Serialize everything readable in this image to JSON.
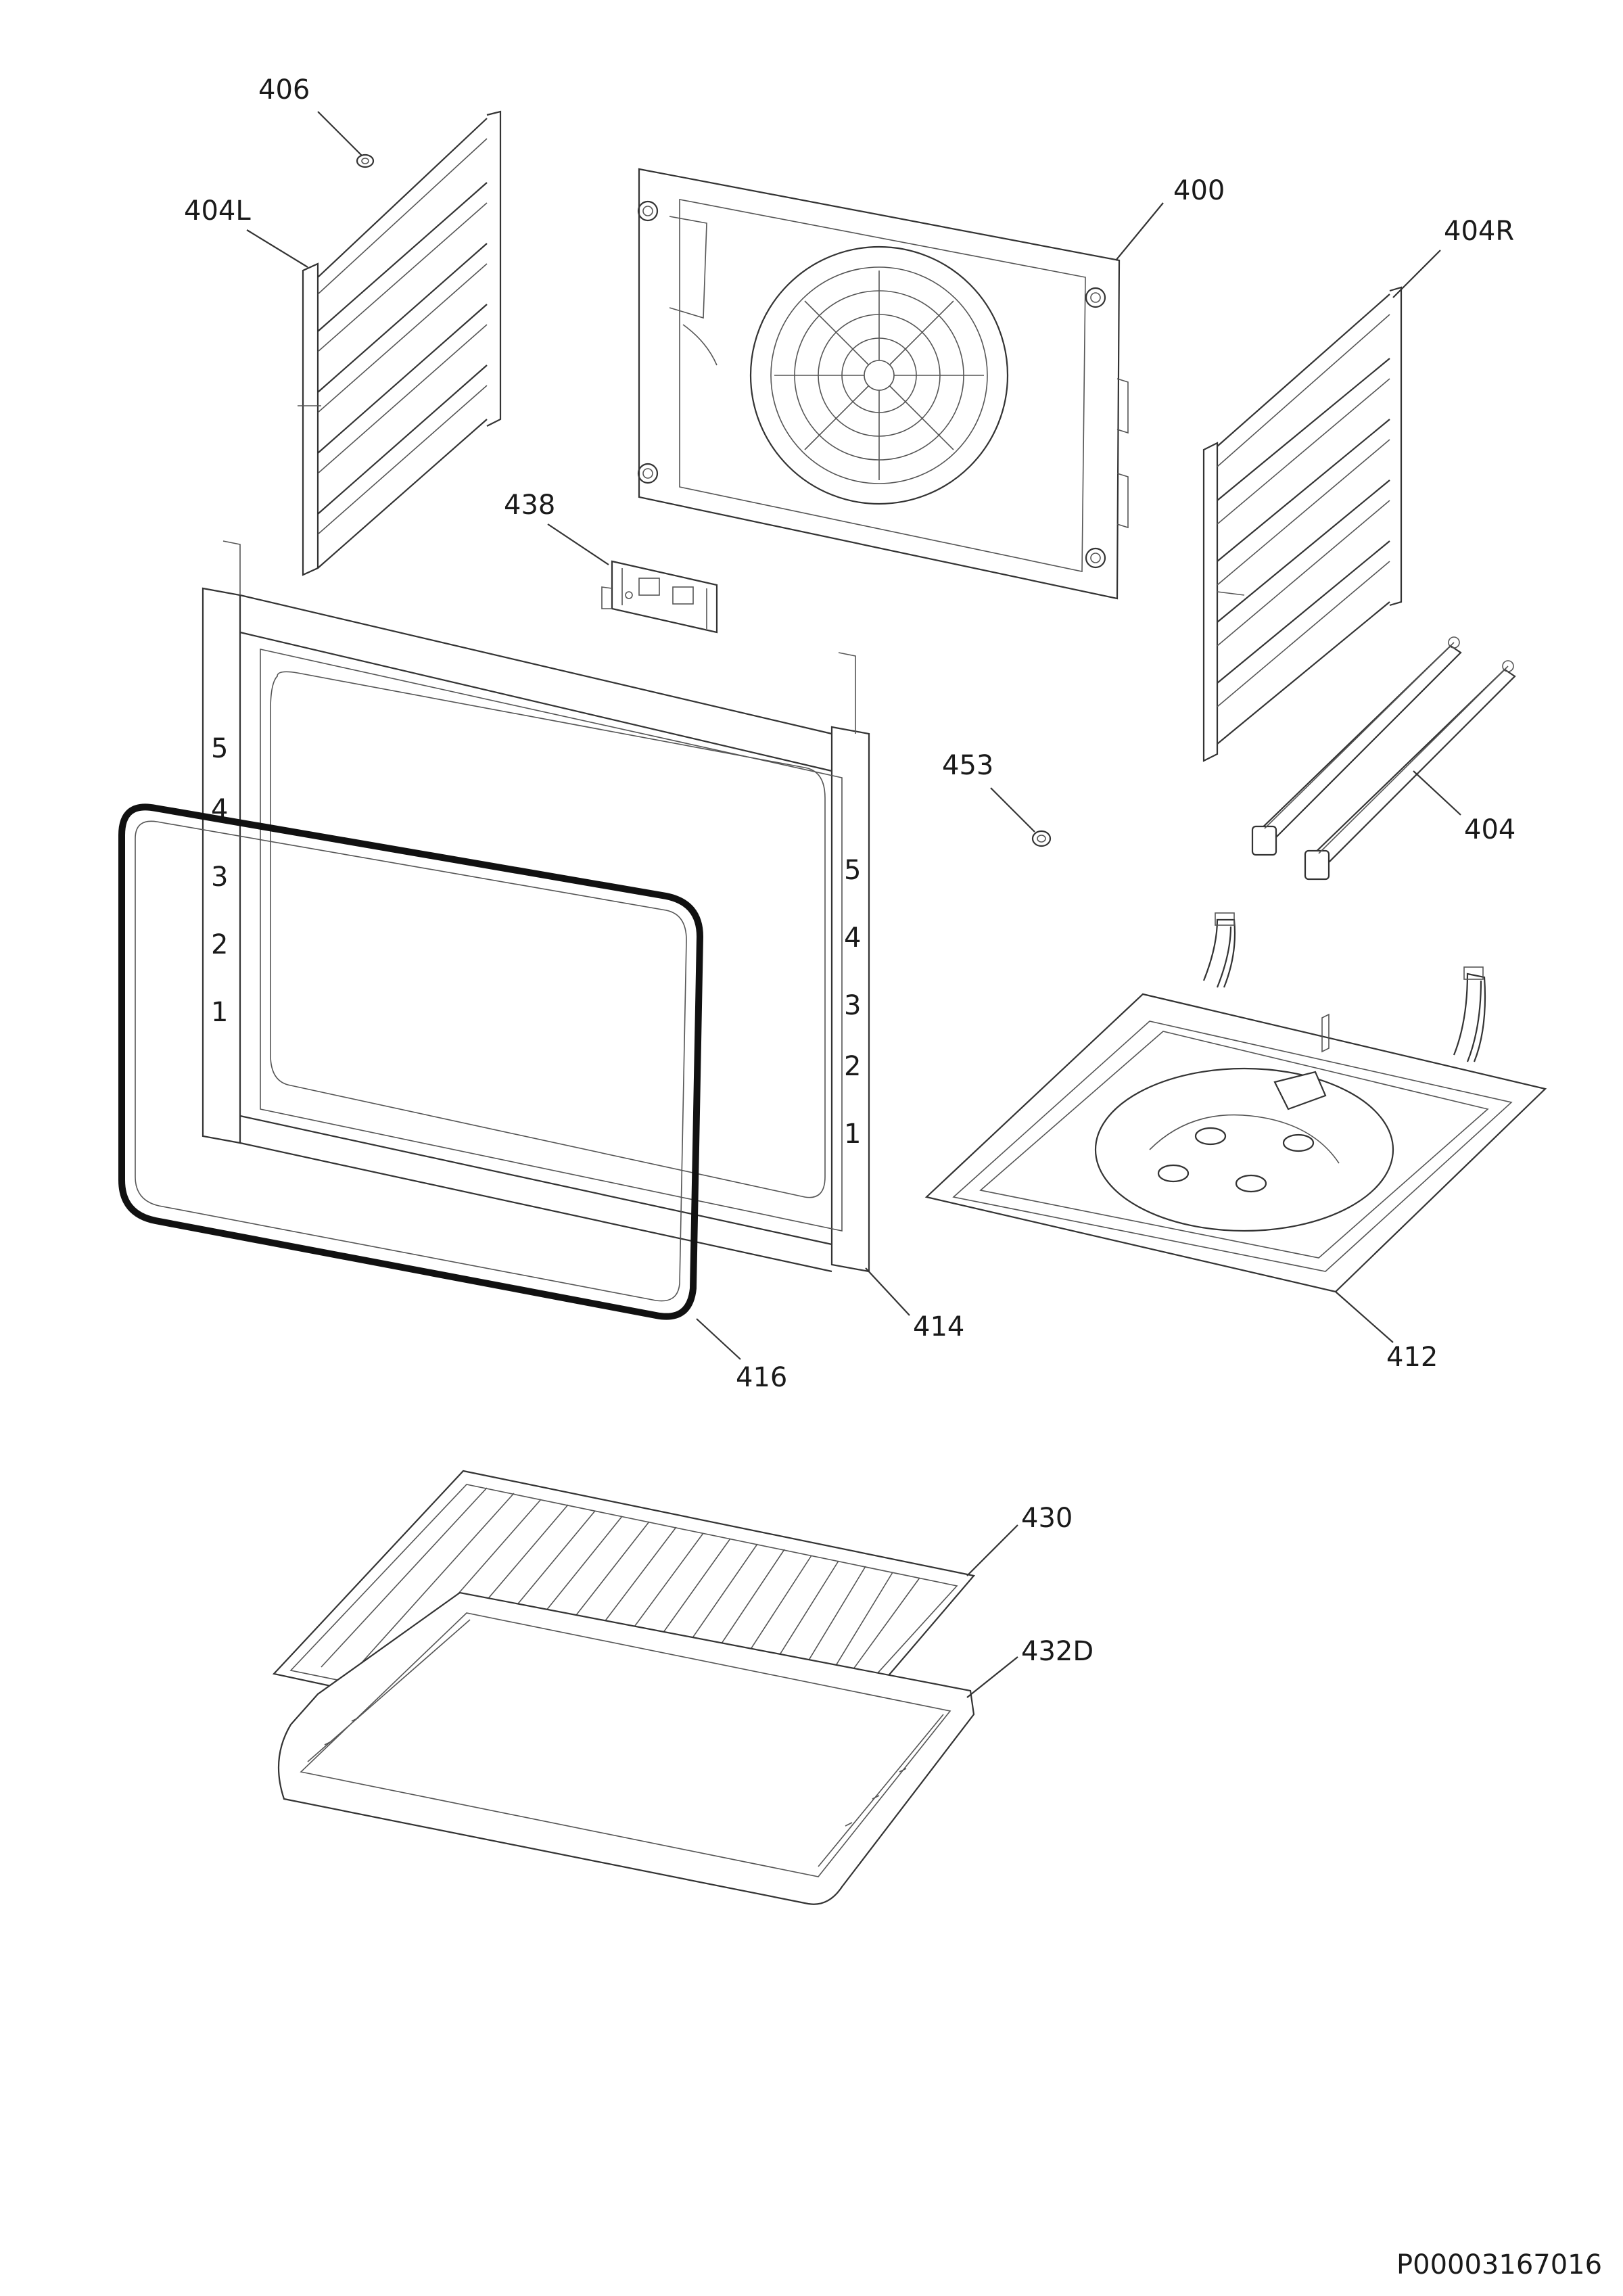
{
  "diagram": {
    "labels": {
      "p406": "406",
      "p404L": "404L",
      "p400": "400",
      "p404R": "404R",
      "p438": "438",
      "p453": "453",
      "p404": "404",
      "p414": "414",
      "p416": "416",
      "p412": "412",
      "p430": "430",
      "p432D": "432D"
    },
    "document_ref": "P00003167016",
    "cavity_shelf_numbers": [
      "5",
      "4",
      "3",
      "2",
      "1"
    ]
  }
}
